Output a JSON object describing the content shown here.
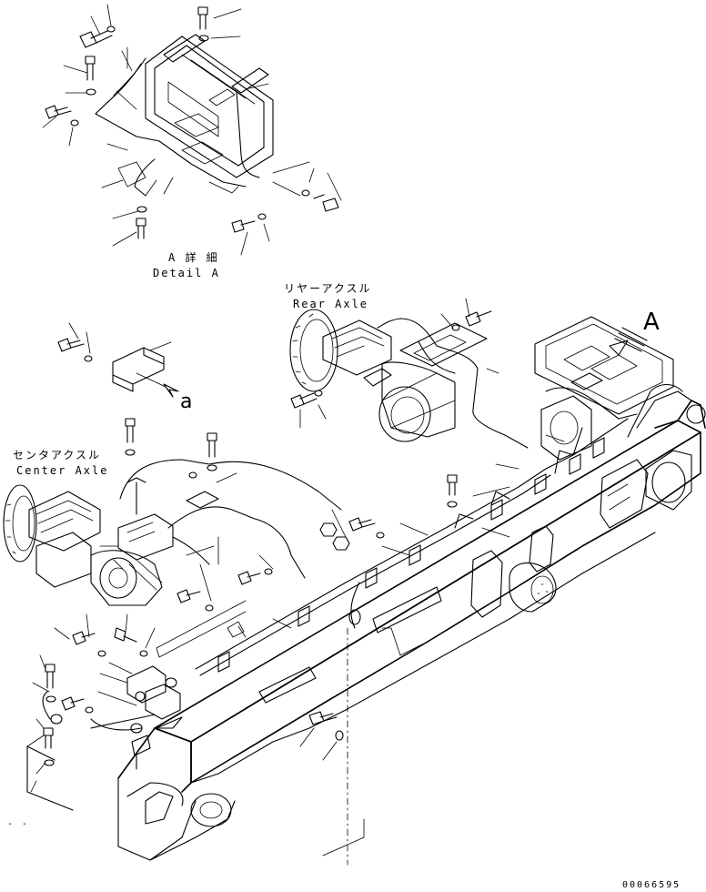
{
  "labels": {
    "detail_a_jp": "A 詳 細",
    "detail_a_en": "Detail A",
    "rear_axle_jp": "リヤーアクスル",
    "rear_axle_en": "Rear Axle",
    "center_axle_jp": "センタアクスル",
    "center_axle_en": "Center Axle",
    "view_a": "A",
    "view_a_small": "a",
    "drawing_number": "00066595",
    "corner_mark": "- -"
  }
}
